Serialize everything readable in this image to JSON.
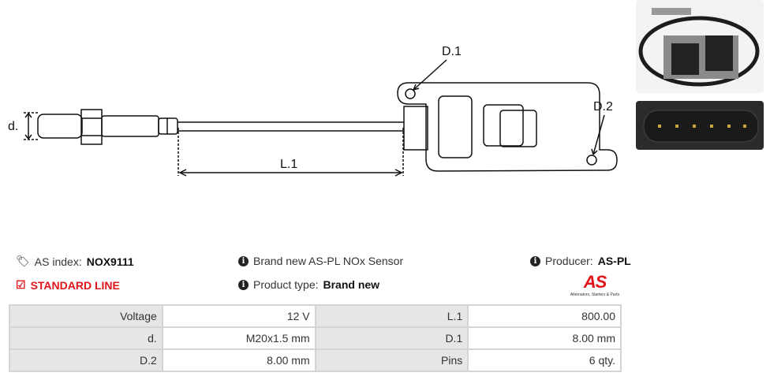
{
  "drawing": {
    "labels": {
      "d": "d.",
      "l1": "L.1",
      "d1": "D.1",
      "d2": "D.2"
    }
  },
  "info": {
    "as_index_label": "AS index:",
    "as_index_value": "NOX9111",
    "line": "STANDARD LINE",
    "description": "Brand new AS-PL NOx Sensor",
    "product_type_label": "Product type:",
    "product_type_value": "Brand new",
    "producer_label": "Producer:",
    "producer_value": "AS-PL"
  },
  "logo": {
    "mark": "AS",
    "tagline": "Alternators, Starters & Parts"
  },
  "specs": [
    [
      {
        "k": "Voltage",
        "v": "12 V"
      },
      {
        "k": "L.1",
        "v": "800.00"
      }
    ],
    [
      {
        "k": "d.",
        "v": "M20x1.5 mm"
      },
      {
        "k": "D.1",
        "v": "8.00 mm"
      }
    ],
    [
      {
        "k": "D.2",
        "v": "8.00 mm"
      },
      {
        "k": "Pins",
        "v": "6 qty."
      }
    ]
  ]
}
